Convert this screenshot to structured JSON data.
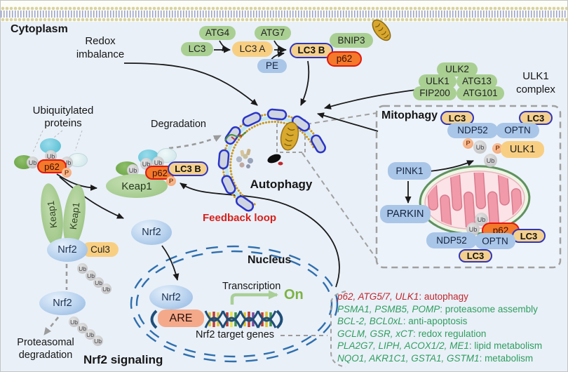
{
  "labels": {
    "cytoplasm": "Cytoplasm",
    "redox_imbalance": "Redox imbalance",
    "degradation": "Degradation",
    "autophagy": "Autophagy",
    "ubiquitylated_proteins": "Ubiquitylated proteins",
    "ulk1_complex": "ULK1 complex",
    "mitophagy": "Mitophagy",
    "feedback_loop": "Feedback loop",
    "nucleus": "Nucleus",
    "transcription": "Transcription",
    "on": "On",
    "nrf2_target_genes": "Nrf2 target genes",
    "proteasomal_degradation": "Proteasomal degradation",
    "nrf2_signaling": "Nrf2 signaling"
  },
  "molecules": {
    "atg4": "ATG4",
    "lc3": "LC3",
    "lc3a": "LC3 A",
    "atg7": "ATG7",
    "pe": "PE",
    "lc3b": "LC3 B",
    "bnip3": "BNIP3",
    "p62": "p62",
    "ulk2": "ULK2",
    "ulk1": "ULK1",
    "atg13": "ATG13",
    "fip200": "FIP200",
    "atg101": "ATG101",
    "ndp52": "NDP52",
    "optn": "OPTN",
    "pink1": "PINK1",
    "parkin": "PARKIN",
    "keap1": "Keap1",
    "nrf2": "Nrf2",
    "cul3": "Cul3",
    "are": "ARE",
    "ub": "Ub",
    "p": "P"
  },
  "colors": {
    "feedback_red": "#d7201b",
    "on_green": "#7cb342",
    "gene_red": "#c1272d",
    "gene_green": "#2f9e5f"
  },
  "gene_list": [
    {
      "genes": "p62, ATG5/7, ULK1",
      "desc": ": autophagy",
      "color": "#c1272d"
    },
    {
      "genes": "PSMA1, PSMB5, POMP",
      "desc": ": proteasome assembly",
      "color": "#2f9e5f"
    },
    {
      "genes": "BCL-2, BCL0xL",
      "desc": ": anti-apoptosis",
      "color": "#2f9e5f"
    },
    {
      "genes": "GCLM, GSR, xCT",
      "desc": ": redox regulation",
      "color": "#2f9e5f"
    },
    {
      "genes": "PLA2G7, LIPH, ACOX1/2, ME1",
      "desc": ": lipid metabolism",
      "color": "#2f9e5f"
    },
    {
      "genes": "NQO1, AKR1C1, GSTA1, GSTM1",
      "desc": ": metabolism",
      "color": "#2f9e5f"
    }
  ]
}
